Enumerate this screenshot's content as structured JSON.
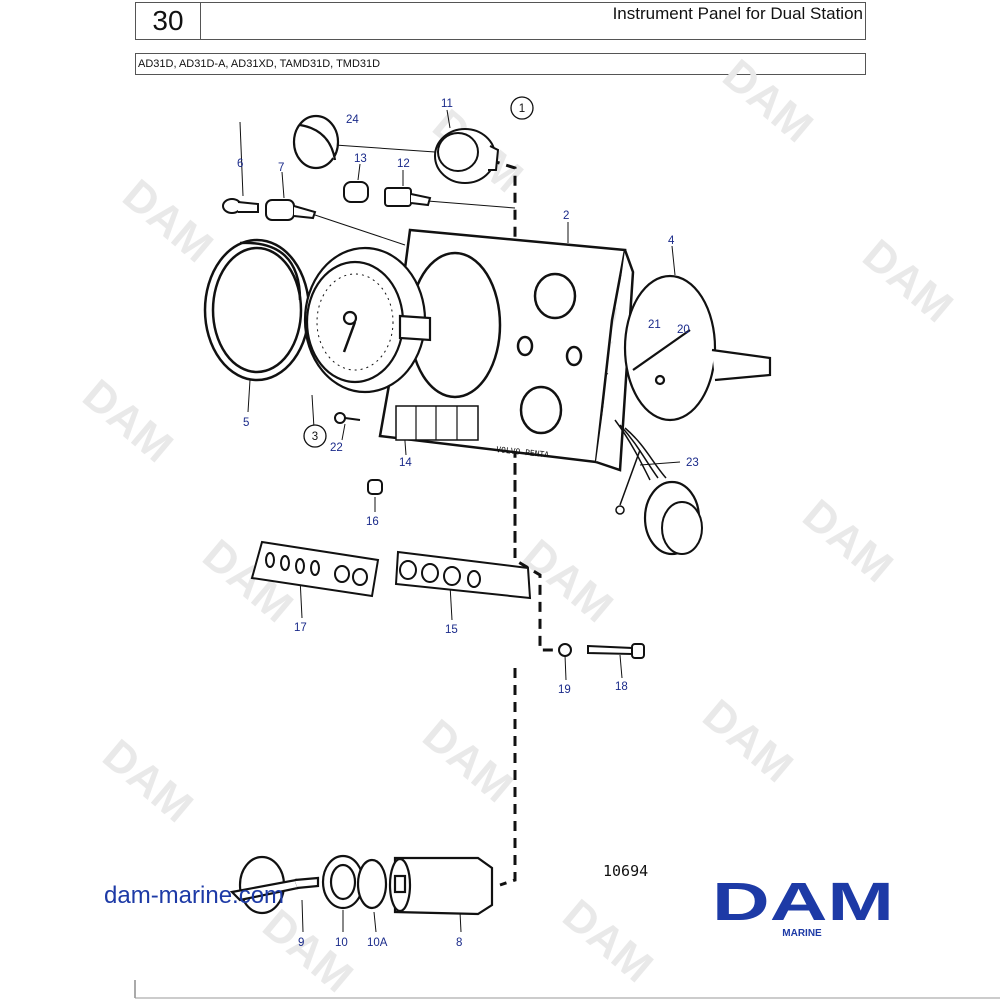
{
  "header": {
    "page_number": "30",
    "title": "Instrument Panel for Dual Station",
    "models": "AD31D, AD31D-A, AD31XD, TAMD31D, TMD31D"
  },
  "diagram": {
    "drawing_number": "10694",
    "circled_labels": [
      "1",
      "3"
    ],
    "callouts": [
      "24",
      "11",
      "6",
      "7",
      "13",
      "12",
      "2",
      "4",
      "21",
      "20",
      "5",
      "22",
      "14",
      "23",
      "16",
      "17",
      "15",
      "19",
      "18",
      "9",
      "10",
      "10A",
      "8"
    ],
    "gauge_face_text": "VOLVO PENTA",
    "watermark_text": "DAM"
  },
  "footer": {
    "website": "dam-marine.com",
    "logo_text": "DAM",
    "logo_subtext": "MARINE"
  },
  "colors": {
    "brand_blue": "#1d3aa6",
    "callout_blue": "#1a2a8a",
    "line": "#111111",
    "watermark": "#e9e9e9"
  }
}
